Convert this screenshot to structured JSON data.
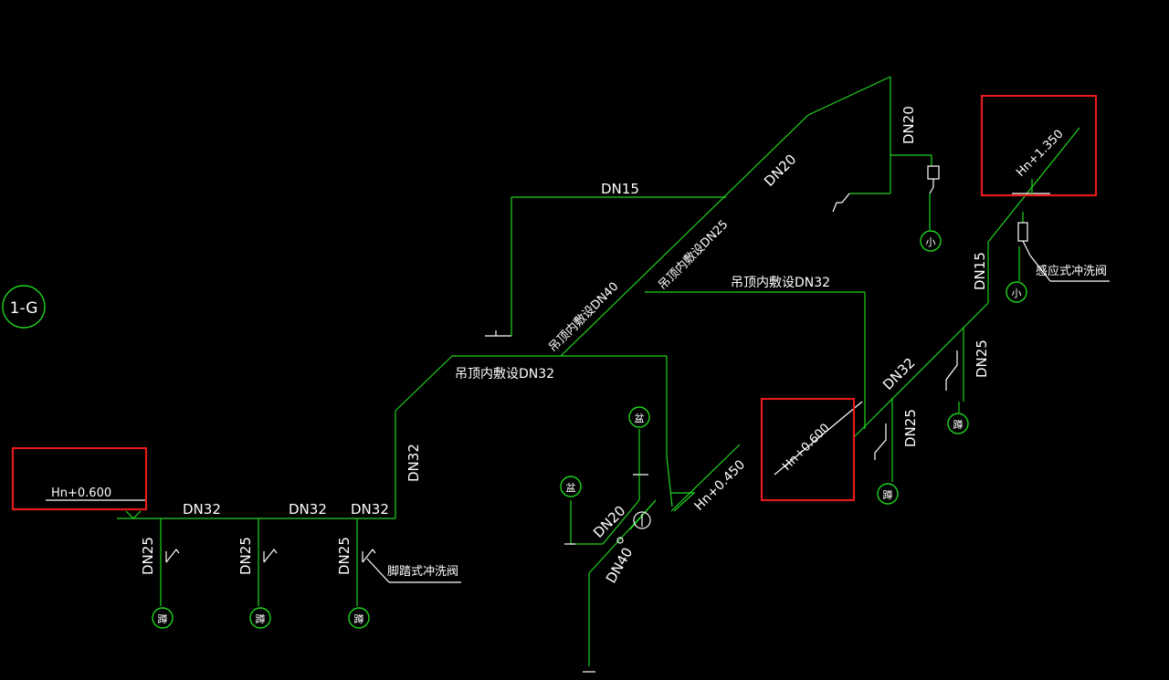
{
  "drawing": {
    "axis_label": "1-G",
    "highlights": {
      "levels": [
        "Hn+0.600",
        "Hn+0.600",
        "Hn+1.350"
      ],
      "color": "#e31b1b"
    },
    "labels": {
      "level_left": "Hn+0.600",
      "level_mid": "Hn+0.600",
      "level_right": "Hn+1.350",
      "level_center": "Hn+0.450",
      "dn32_a": "DN32",
      "dn32_b": "DN32",
      "dn32_c": "DN32",
      "dn32_vertical": "DN32",
      "dn32_ceiling_left": "吊顶内敷设DN32",
      "dn32_ceiling_right": "吊顶内敷设DN32",
      "dn40_ceiling": "吊顶内敷设DN40",
      "dn25_ceiling": "吊顶内敷设DN25",
      "dn15_top": "DN15",
      "dn20_diag": "DN20",
      "dn20_vertical": "DN20",
      "dn15_right": "DN15",
      "dn32_right": "DN32",
      "dn25_right1": "DN25",
      "dn25_right2": "DN25",
      "dn25_b1": "DN25",
      "dn25_b2": "DN25",
      "dn25_b3": "DN25",
      "dn20_bottom": "DN20",
      "dn40_bottom": "DN40",
      "pedal_valve": "脚踏式冲洗阀",
      "sensor_valve": "感应式冲洗阀"
    },
    "fixtures": {
      "squat": "蹲",
      "basin": "盆",
      "urinal": "小"
    }
  }
}
